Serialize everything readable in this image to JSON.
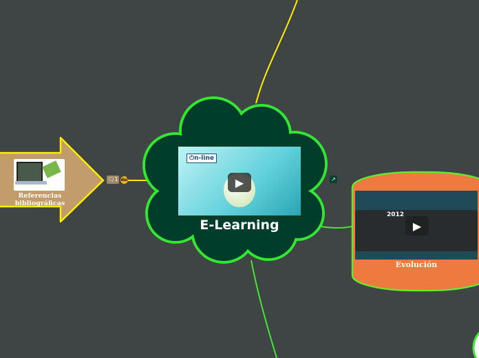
{
  "central": {
    "title": "E-Learning",
    "video_logo": "n-line",
    "fill": "#003d2a",
    "border": "#33e633"
  },
  "left_node": {
    "title": "Referencias bibliográficas",
    "fill": "#c29c6b",
    "border": "#ffee00",
    "comment_count": "1",
    "badge": "dsi"
  },
  "right_node": {
    "title": "Evolución",
    "fill": "#ef7a3f",
    "border": "#66e633",
    "video_year": "2012"
  },
  "icons": {
    "link": "external-link-icon",
    "play": "play-icon",
    "comment": "comment-icon"
  }
}
